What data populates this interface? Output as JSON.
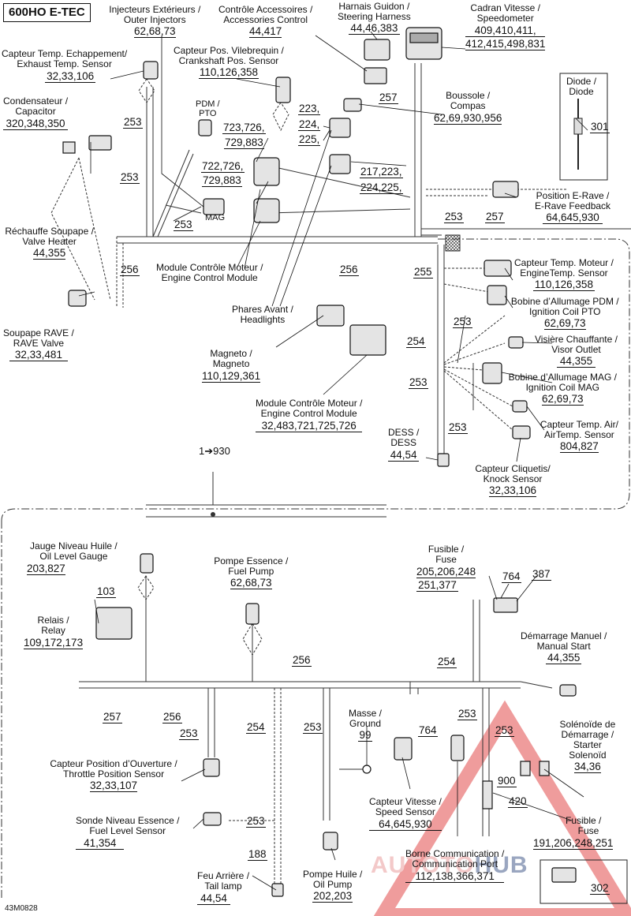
{
  "title": "600HO E-TEC",
  "doc_id": "43M0828",
  "watermark": {
    "left": "AU",
    "mid": "TOTO",
    "right": "HUB"
  },
  "components": {
    "exhaust_temp": {
      "fr": "Capteur Temp. Echappement/",
      "en": "Exhaust Temp. Sensor",
      "refs": "32,33,106"
    },
    "outer_injectors": {
      "fr": "Injecteurs Extérieurs /",
      "en": "Outer Injectors",
      "refs": "62,68,73"
    },
    "accessories_control": {
      "fr": "Contrôle Accessoires /",
      "en": "Accessories Control",
      "refs": "44,417"
    },
    "steering_harness": {
      "fr": "Harnais Guidon /",
      "en": "Steering Harness",
      "refs": "44,46,383"
    },
    "speedometer": {
      "fr": "Cadran Vitesse /",
      "en": "Speedometer",
      "refs1": "409,410,411,",
      "refs2": "412,415,498,831"
    },
    "capacitor": {
      "fr": "Condensateur /",
      "en": "Capacitor",
      "refs": "320,348,350"
    },
    "pdm_pto": {
      "fr": "PDM /",
      "en": "PTO"
    },
    "crank_sensor": {
      "fr": "Capteur Pos. Vilebrequin /",
      "en": "Crankshaft Pos. Sensor",
      "refs": "110,126,358"
    },
    "diode": {
      "fr": "Diode /",
      "en": "Diode",
      "refs": "301"
    },
    "compas": {
      "fr": "Boussole /",
      "en": "Compas",
      "refs": "62,69,930,956"
    },
    "ecm_refs_a1": "723,726,",
    "ecm_refs_a2": "729,883",
    "ecm_refs_b1": "722,726,",
    "ecm_refs_b2": "729,883",
    "head_refs1": "223,",
    "head_refs2": "224,",
    "head_refs3": "225,",
    "head_refs4": "217,223,",
    "head_refs5": "224,225,",
    "mag": "MAG",
    "rave_feedback": {
      "fr": "Position E-Rave /",
      "en": "E-Rave Feedback",
      "refs": "64,645,930"
    },
    "valve_heater": {
      "fr": "Réchauffe Soupape /",
      "en": "Valve Heater",
      "refs": "44,355"
    },
    "ecm_label": {
      "fr": "Module Contrôle Moteur /",
      "en": "Engine Control Module"
    },
    "headlights": {
      "fr": "Phares Avant /",
      "en": "Headlights"
    },
    "rave_valve": {
      "fr": "Soupape RAVE /",
      "en": "RAVE Valve",
      "refs": "32,33,481"
    },
    "magneto": {
      "fr": "Magneto /",
      "en": "Magneto",
      "refs": "110,129,361"
    },
    "ecm_main": {
      "fr": "Module Contrôle Moteur /",
      "en": "Engine Control Module",
      "refs": "32,483,721,725,726"
    },
    "engine_temp": {
      "fr": "Capteur Temp. Moteur /",
      "en": "EngineTemp. Sensor",
      "refs": "110,126,358"
    },
    "coil_pto": {
      "fr": "Bobine d’Allumage PDM /",
      "en": "Ignition Coil PTO",
      "refs": "62,69,73"
    },
    "visor_outlet": {
      "fr": "Visière Chauffante /",
      "en": "Visor Outlet",
      "refs": "44,355"
    },
    "coil_mag": {
      "fr": "Bobine d’Allumage MAG /",
      "en": "Ignition Coil MAG",
      "refs": "62,69,73"
    },
    "air_temp": {
      "fr": "Capteur Temp. Air/",
      "en": "AirTemp. Sensor",
      "refs": "804,827"
    },
    "dess": {
      "fr": "DESS /",
      "en": "DESS",
      "refs": "44,54"
    },
    "knock": {
      "fr": "Capteur Cliquetis/",
      "en": "Knock Sensor",
      "refs": "32,33,106"
    },
    "continuation": "1➔930",
    "oil_level": {
      "fr": "Jauge Niveau Huile /",
      "en": "Oil Level Gauge",
      "refs": "203,827"
    },
    "fuel_pump": {
      "fr": "Pompe Essence /",
      "en": "Fuel Pump",
      "refs": "62,68,73"
    },
    "fuse_top": {
      "fr": "Fusible /",
      "en": "Fuse",
      "refs1": "205,206,248",
      "refs2": "251,377"
    },
    "relay": {
      "fr": "Relais /",
      "en": "Relay",
      "refs": "109,172,173",
      "ref_top": "103"
    },
    "manual_start": {
      "fr": "Démarrage Manuel /",
      "en": "Manual Start",
      "refs": "44,355"
    },
    "ground": {
      "fr": "Masse /",
      "en": "Ground",
      "refs": "99"
    },
    "tps": {
      "fr": "Capteur Position d’Ouverture /",
      "en": "Throttle Position Sensor",
      "refs": "32,33,107"
    },
    "speed_sensor": {
      "fr": "Capteur Vitesse /",
      "en": "Speed Sensor",
      "refs": "64,645,930"
    },
    "starter_solenoid": {
      "fr": "Solénoïde de",
      "fr2": "Démarrage /",
      "en": "Starter",
      "en2": "Solenoïd",
      "refs": "34,36"
    },
    "fuel_level": {
      "fr": "Sonde Niveau Essence /",
      "en": "Fuel Level Sensor",
      "refs": "41,354"
    },
    "fuse_bottom": {
      "fr": "Fusible /",
      "en": "Fuse",
      "refs": "191,206,248,251"
    },
    "comm_port": {
      "fr": "Borne Communication /",
      "en": "Communication Port",
      "refs": "112,138,366,371"
    },
    "tail_lamp": {
      "fr": "Feu Arrière /",
      "en": "Tail lamp",
      "refs": "44,54"
    },
    "oil_pump": {
      "fr": "Pompe Huile /",
      "en": "Oil Pump",
      "refs": "202,203"
    }
  },
  "harness_refs": {
    "r253a": "253",
    "r253b": "253",
    "r253c": "253",
    "r257a": "257",
    "r253d": "253",
    "r257b": "257",
    "r256a": "256",
    "r256b": "256",
    "r255": "255",
    "r253e": "253",
    "r254a": "254",
    "r253f": "253",
    "r253g": "253",
    "r103": "103",
    "r764a": "764",
    "r387": "387",
    "r256c": "256",
    "r254b": "254",
    "r257c": "257",
    "r256d": "256",
    "r253h": "253",
    "r254c": "254",
    "r253i": "253",
    "r253j": "253",
    "r764b": "764",
    "r253k": "253",
    "r900": "900",
    "r420": "420",
    "r253l": "253",
    "r188": "188",
    "r302": "302"
  }
}
